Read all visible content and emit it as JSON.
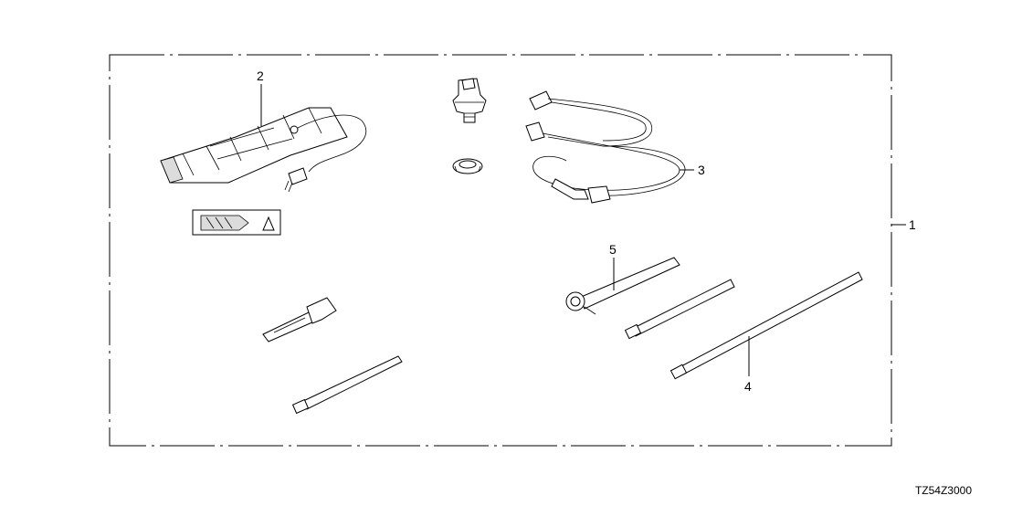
{
  "callouts": {
    "c1": "1",
    "c2": "2",
    "c3": "3",
    "c4": "4",
    "c5": "5"
  },
  "diagram_code": "TZ54Z3000",
  "parts": {
    "p2": "heater-pad",
    "label": "caution-label",
    "sensor": "sensor-plug",
    "grommet": "grommet",
    "p3": "wire-harness",
    "key": "clip-tool",
    "tie_left": "cable-tie",
    "p5": "clamp-tie",
    "tie_mid": "cable-tie",
    "p4": "cable-tie-long"
  }
}
